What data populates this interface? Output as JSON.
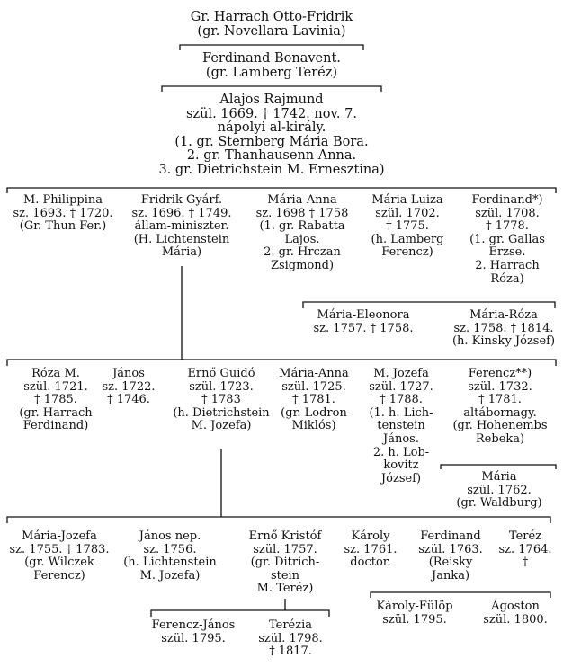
{
  "tree": {
    "root": [
      "Gr. Harrach Otto-Fridrik",
      "(gr. Novellara Lavinia)"
    ],
    "gen1": [
      "Ferdinand Bonavent.",
      "(gr. Lamberg Teréz)"
    ],
    "gen2": [
      "Alajos Rajmund",
      "szül. 1669. † 1742. nov. 7.",
      "nápolyi al-király.",
      "(1. gr. Sternberg Mária Bora.",
      "2. gr. Thanhausenn Anna.",
      "3. gr. Dietrichstein M. Ernesztina)"
    ],
    "gen3": [
      [
        "M. Philippina",
        "sz. 1693. † 1720.",
        "(Gr. Thun Fer.)"
      ],
      [
        "Fridrik Gyárf.",
        "sz. 1696. † 1749.",
        "állam-miniszter.",
        "(H. Lichtenstein",
        "Mária)"
      ],
      [
        "Mária-Anna",
        "sz. 1698 † 1758",
        "(1. gr. Rabatta",
        "Lajos.",
        "2. gr. Hrczan",
        "Zsigmond)"
      ],
      [
        "Mária-Luiza",
        "szül. 1702.",
        "† 1775.",
        "(h. Lamberg",
        "Ferencz)"
      ],
      [
        "Ferdinand*)",
        "szül. 1708.",
        "† 1778.",
        "(1. gr. Gallas",
        "Erzse.",
        "2. Harrach",
        "Róza)"
      ]
    ],
    "gen3b": [
      [
        "Mária-Eleonora",
        "sz. 1757. † 1758."
      ],
      [
        "Mária-Róza",
        "sz. 1758. † 1814.",
        "(h. Kinsky József)"
      ]
    ],
    "gen4": [
      [
        "Róza M.",
        "szül. 1721.",
        "† 1785.",
        "(gr. Harrach",
        "Ferdinand)"
      ],
      [
        "János",
        "sz. 1722.",
        "† 1746."
      ],
      [
        "Ernő Guidó",
        "szül. 1723.",
        "† 1783",
        "(h. Dietrichstein",
        "M. Jozefa)"
      ],
      [
        "Mária-Anna",
        "szül. 1725.",
        "† 1781.",
        "(gr. Lodron",
        "Miklós)"
      ],
      [
        "M. Jozefa",
        "szül. 1727.",
        "† 1788.",
        "(1. h. Lich-",
        "tenstein",
        "János.",
        "2. h. Lob-",
        "kovitz",
        "József)"
      ],
      [
        "Ferencz**)",
        "szül. 1732.",
        "† 1781.",
        "altábornagy.",
        "(gr. Hohenembs",
        "Rebeka)"
      ]
    ],
    "gen4b": [
      [
        "Mária",
        "szül. 1762.",
        "(gr. Waldburg)"
      ]
    ],
    "gen5": [
      [
        "Mária-Jozefa",
        "sz. 1755. † 1783.",
        "(gr. Wilczek",
        "Ferencz)"
      ],
      [
        "János nep.",
        "sz. 1756.",
        "(h. Lichtenstein",
        "M. Jozefa)"
      ],
      [
        "Ernő Kristóf",
        "szül. 1757.",
        "(gr. Ditrich-",
        "stein",
        "M. Teréz)"
      ],
      [
        "Károly",
        "sz. 1761.",
        "doctor."
      ],
      [
        "Ferdinand",
        "szül. 1763.",
        "(Reisky",
        "Janka)"
      ],
      [
        "Teréz",
        "sz. 1764.",
        "†"
      ]
    ],
    "gen6a": [
      [
        "Ferencz-János",
        "szül. 1795."
      ],
      [
        "Terézia",
        "szül. 1798.",
        "† 1817."
      ]
    ],
    "gen6b": [
      [
        "Károly-Fülöp",
        "szül. 1795."
      ],
      [
        "Ágoston",
        "szül. 1800."
      ]
    ]
  }
}
